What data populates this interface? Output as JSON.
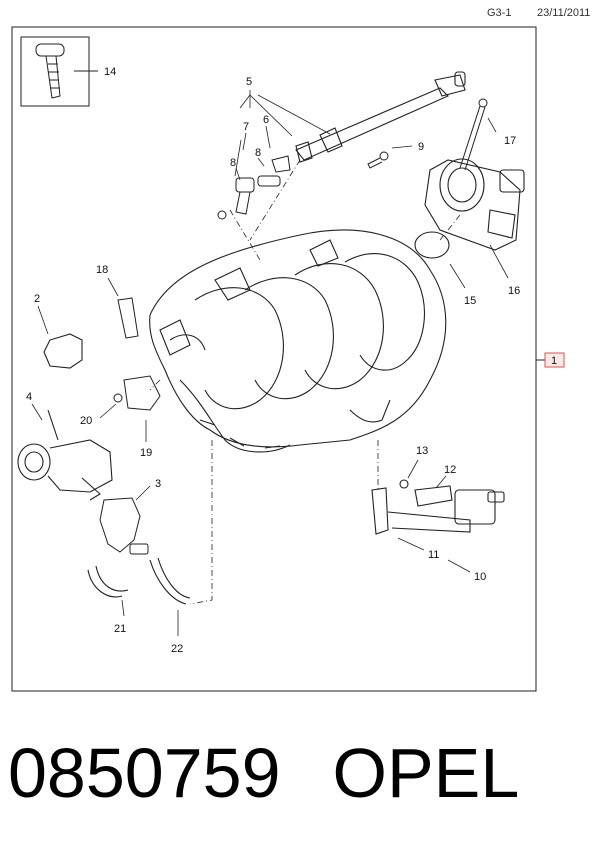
{
  "header": {
    "code": "G3-1",
    "date": "23/11/2011"
  },
  "reference_tag": "1",
  "callouts": {
    "c1": "1",
    "c2": "2",
    "c3": "3",
    "c4": "4",
    "c5": "5",
    "c6": "6",
    "c7": "7",
    "c8a": "8",
    "c8b": "8",
    "c9": "9",
    "c10": "10",
    "c11": "11",
    "c12": "12",
    "c13": "13",
    "c14": "14",
    "c15": "15",
    "c16": "16",
    "c17": "17",
    "c18": "18",
    "c19": "19",
    "c20": "20",
    "c21": "21",
    "c22": "22"
  },
  "footer": {
    "part_number": "0850759",
    "brand": "OPEL"
  },
  "colors": {
    "line": "#222222",
    "tag": "#d9534f",
    "tag_fill": "#fde8e8"
  }
}
